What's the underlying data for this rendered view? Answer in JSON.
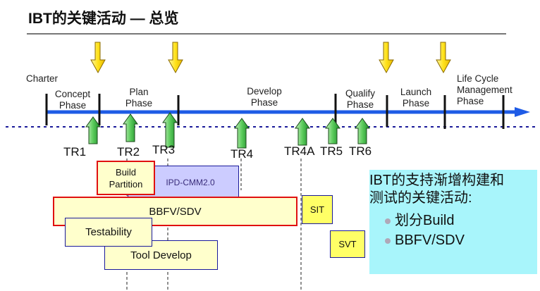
{
  "title": "IBT的关键活动 — 总览",
  "timeline": {
    "charter_label": "Charter",
    "phases": [
      {
        "label": "Concept\nPhase",
        "line1": "Concept",
        "line2": "Phase"
      },
      {
        "label": "Plan\nPhase",
        "line1": "Plan",
        "line2": "Phase"
      },
      {
        "label": "Develop\nPhase",
        "line1": "Develop",
        "line2": "Phase"
      },
      {
        "label": "Qualify\nPhase",
        "line1": "Qualify",
        "line2": "Phase"
      },
      {
        "label": "Launch\nPhase",
        "line1": "Launch",
        "line2": "Phase"
      },
      {
        "label": "Life Cycle\nManagement\nPhase",
        "line1": "Life Cycle",
        "line2": "Management",
        "line3": "Phase"
      }
    ],
    "decision_points_count": 4,
    "technical_reviews": [
      "TR1",
      "TR2",
      "TR3",
      "TR4",
      "TR4A",
      "TR5",
      "TR6"
    ]
  },
  "activities": {
    "build_partition": "Build\nPartition",
    "build_partition_l1": "Build",
    "build_partition_l2": "Partition",
    "ipd_cmm": "IPD-CMM2.0",
    "bbfv_sdv": "BBFV/SDV",
    "testability": "Testability",
    "tool_develop": "Tool Develop",
    "sit": "SIT",
    "svt": "SVT"
  },
  "info_box": {
    "heading_line1": "IBT的支持渐增构建和",
    "heading_line2": "测试的关键活动:",
    "bullets": [
      "划分Build",
      "BBFV/SDV"
    ]
  },
  "colors": {
    "timeline_blue": "#1e5be6",
    "dotted_navy": "#1a1a9a",
    "decision_arrow_yellow": "#ffe21a",
    "review_arrow_green": "#3cb43c",
    "highlight_red": "#e01010",
    "cream": "#ffffcc",
    "lavender": "#ccccff",
    "yellow_box": "#ffff66",
    "info_cyan": "#a8f5fb"
  }
}
